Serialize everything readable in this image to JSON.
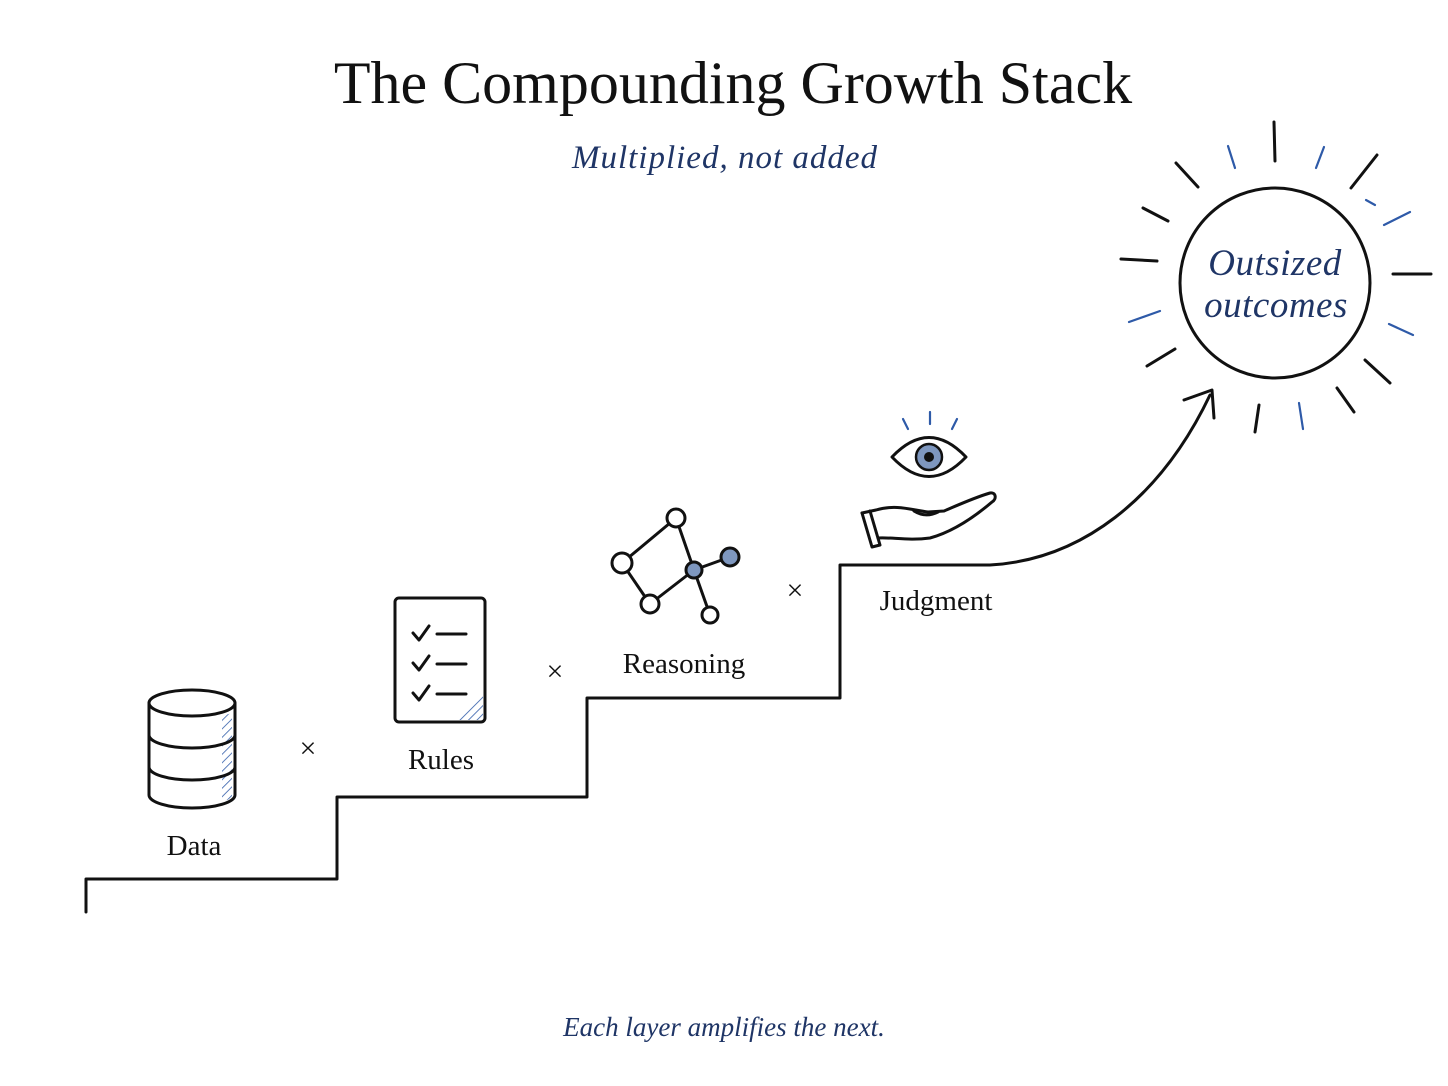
{
  "title": "The Compounding Growth Stack",
  "subtitle": "Multiplied, not added",
  "steps": [
    {
      "label": "Data",
      "icon": "database-icon"
    },
    {
      "label": "Rules",
      "icon": "checklist-icon"
    },
    {
      "label": "Reasoning",
      "icon": "network-icon"
    },
    {
      "label": "Judgment",
      "icon": "eye-hand-icon"
    }
  ],
  "operator": "×",
  "goal": {
    "line1": "Outsized",
    "line2": "outcomes"
  },
  "footer": "Each layer amplifies the next.",
  "colors": {
    "ink": "#111111",
    "accent": "#1f3566",
    "hatch": "#2e5aa8"
  }
}
